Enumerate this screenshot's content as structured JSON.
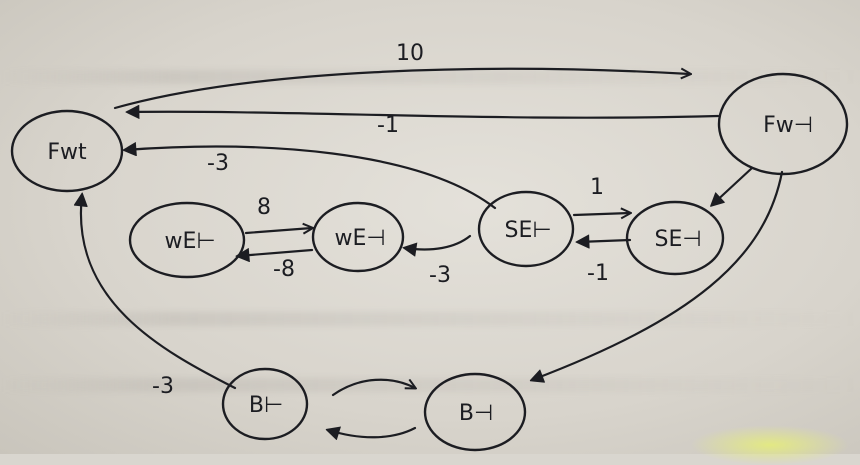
{
  "diagram": {
    "ink_color": "#1c1d22",
    "nodes": [
      {
        "id": "fwt_left",
        "label": "Fwt"
      },
      {
        "id": "fwt_right",
        "label": "Fw⊣"
      },
      {
        "id": "wet_left",
        "label": "wE⊢"
      },
      {
        "id": "wet_mid",
        "label": "wE⊣"
      },
      {
        "id": "set_left",
        "label": "SE⊢"
      },
      {
        "id": "set_right",
        "label": "SE⊣"
      },
      {
        "id": "bt_left",
        "label": "B⊢"
      },
      {
        "id": "bt_right",
        "label": "B⊣"
      }
    ],
    "edge_labels": {
      "top_forward": "10",
      "top_back": "-1",
      "set_to_fwt": "-3",
      "wet_forward": "8",
      "wet_back": "-8",
      "set_to_wet": "-3",
      "set_forward": "1",
      "set_back": "-1",
      "bt_to_fwt": "-3"
    }
  }
}
